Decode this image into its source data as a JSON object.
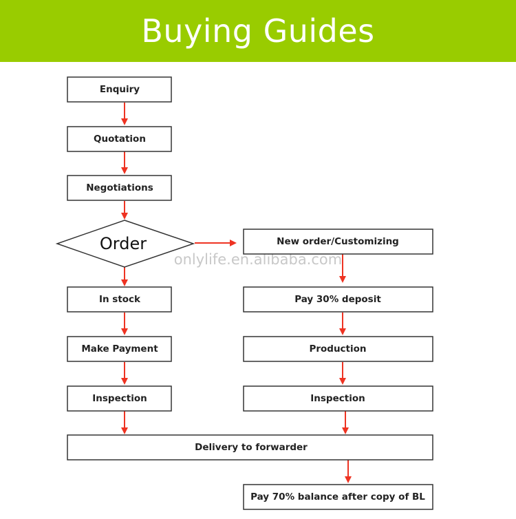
{
  "header": {
    "title": "Buying Guides"
  },
  "watermark": "onlylife.en.alibaba.com",
  "nodes": {
    "enquiry": "Enquiry",
    "quotation": "Quotation",
    "negotiations": "Negotiations",
    "order": "Order",
    "new_order": "New order/Customizing",
    "in_stock": "In stock",
    "pay_deposit": "Pay 30% deposit",
    "make_payment": "Make Payment",
    "production": "Production",
    "inspection_left": "Inspection",
    "inspection_right": "Inspection",
    "delivery": "Delivery to forwarder",
    "pay_balance": "Pay 70% balance after copy of BL"
  },
  "colors": {
    "header_bg": "#99cc00",
    "arrow": "#ee3322"
  }
}
